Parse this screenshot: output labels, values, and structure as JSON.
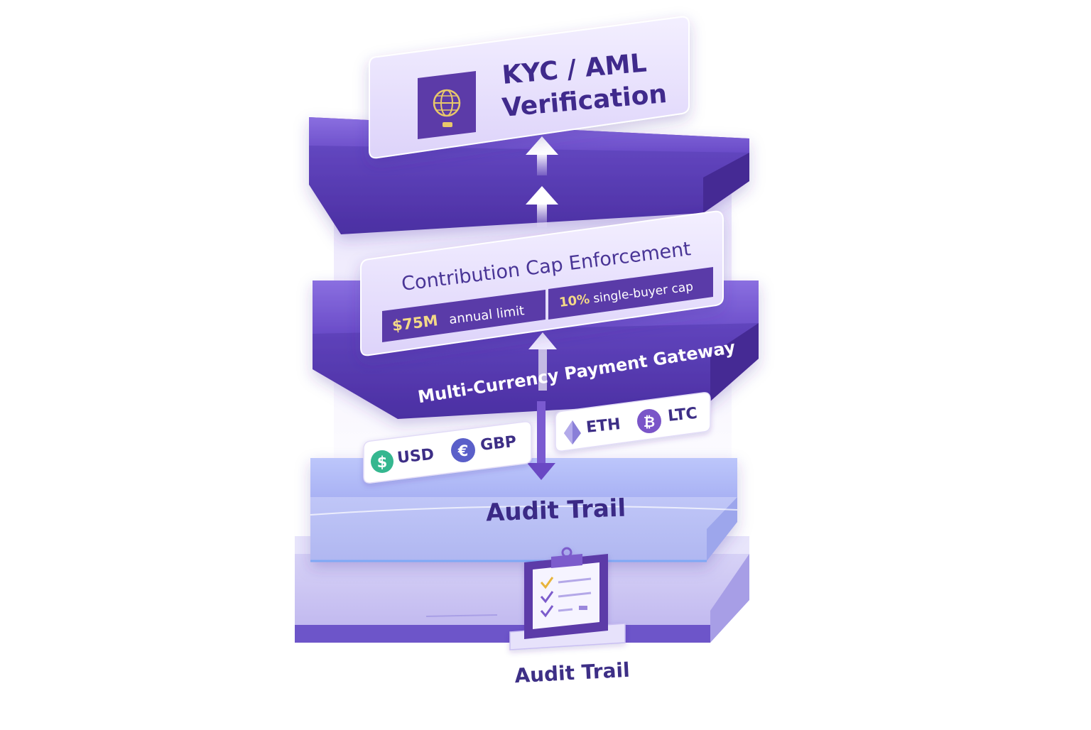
{
  "layers": {
    "kyc": {
      "title_line1": "KYC / AML",
      "title_line2": "Verification"
    },
    "cap": {
      "title": "Contribution Cap Enforcement",
      "limit_value": "$75M",
      "limit_text": "annual limit",
      "single_value": "10%",
      "single_text": "single-buyer cap"
    },
    "gateway": {
      "title": "Multi-Currency Payment Gateway"
    },
    "audit": {
      "title": "Audit Trail",
      "caption": "Audit Trail"
    }
  },
  "currencies": {
    "fiat": [
      {
        "code": "USD",
        "icon": "dollar-coin-icon",
        "symbol": "$",
        "color": "#35b78f"
      },
      {
        "code": "GBP",
        "icon": "euro-coin-icon",
        "symbol": "€",
        "color": "#5a5fc9"
      }
    ],
    "crypto": [
      {
        "code": "ETH",
        "icon": "ethereum-icon",
        "symbol": "◆",
        "color": "#7b6fd0"
      },
      {
        "code": "LTC",
        "icon": "bitcoin-coin-icon",
        "symbol": "₿",
        "color": "#7a55c8"
      }
    ]
  },
  "colors": {
    "primary": "#6b4fc4",
    "primary_dark": "#4a2f9e",
    "light_panel": "#e9e3fb",
    "accent_yellow": "#f3d987",
    "audit_blue": "#b9c3f7"
  }
}
